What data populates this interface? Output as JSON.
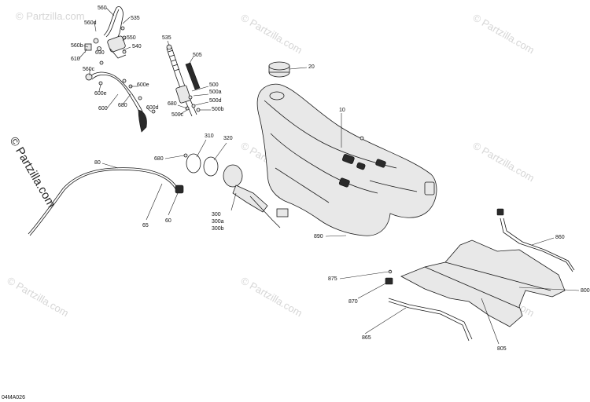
{
  "watermark": "© Partzilla.com",
  "diagram_ref": "04MA026",
  "callouts": [
    {
      "id": "560",
      "label": "560"
    },
    {
      "id": "535a",
      "label": "535"
    },
    {
      "id": "560d",
      "label": "560d"
    },
    {
      "id": "550",
      "label": "550"
    },
    {
      "id": "560b",
      "label": "560b"
    },
    {
      "id": "540",
      "label": "540"
    },
    {
      "id": "690",
      "label": "690"
    },
    {
      "id": "610",
      "label": "610"
    },
    {
      "id": "560c",
      "label": "560c"
    },
    {
      "id": "600e1",
      "label": "600e"
    },
    {
      "id": "600e2",
      "label": "600e"
    },
    {
      "id": "680a",
      "label": "680"
    },
    {
      "id": "600d",
      "label": "600d"
    },
    {
      "id": "600",
      "label": "600"
    },
    {
      "id": "535b",
      "label": "535"
    },
    {
      "id": "505",
      "label": "505"
    },
    {
      "id": "500",
      "label": "500"
    },
    {
      "id": "500a",
      "label": "500a"
    },
    {
      "id": "500d",
      "label": "500d"
    },
    {
      "id": "680b",
      "label": "680"
    },
    {
      "id": "500b",
      "label": "500b"
    },
    {
      "id": "500c",
      "label": "500c"
    },
    {
      "id": "20",
      "label": "20"
    },
    {
      "id": "10",
      "label": "10"
    },
    {
      "id": "80",
      "label": "80"
    },
    {
      "id": "680c",
      "label": "680"
    },
    {
      "id": "310",
      "label": "310"
    },
    {
      "id": "320",
      "label": "320"
    },
    {
      "id": "300",
      "label": "300"
    },
    {
      "id": "300a",
      "label": "300a"
    },
    {
      "id": "300b",
      "label": "300b"
    },
    {
      "id": "65",
      "label": "65"
    },
    {
      "id": "60",
      "label": "60"
    },
    {
      "id": "890",
      "label": "890"
    },
    {
      "id": "860",
      "label": "860"
    },
    {
      "id": "875",
      "label": "875"
    },
    {
      "id": "800",
      "label": "800"
    },
    {
      "id": "870",
      "label": "870"
    },
    {
      "id": "865",
      "label": "865"
    },
    {
      "id": "805",
      "label": "805"
    }
  ]
}
